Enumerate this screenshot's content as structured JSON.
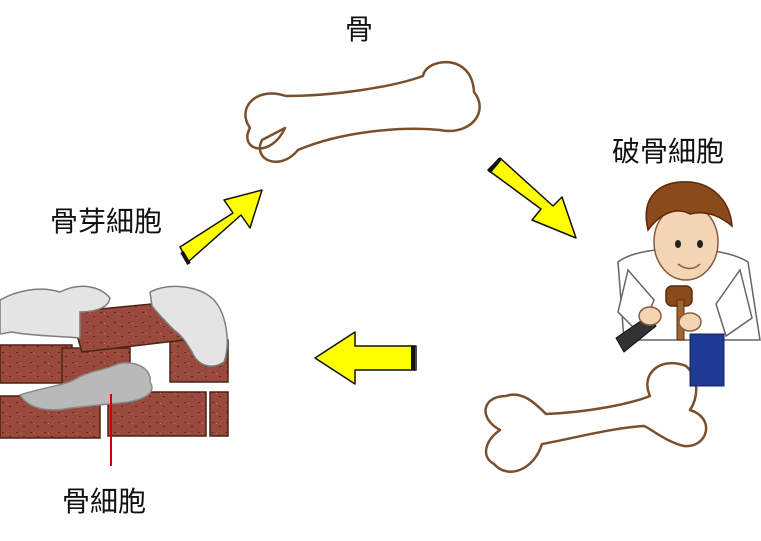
{
  "labels": {
    "bone": "骨",
    "osteoclast": "破骨細胞",
    "osteoblast": "骨芽細胞",
    "osteocyte": "骨細胞"
  },
  "colors": {
    "arrow_fill": "#ffff00",
    "arrow_stroke": "#111111",
    "bone_outline": "#7a4f2c",
    "brick": "#9a4a3c",
    "mortar": "#b9b9b9",
    "glove": "#e4e4e4",
    "pointer_line": "#cc0000"
  }
}
